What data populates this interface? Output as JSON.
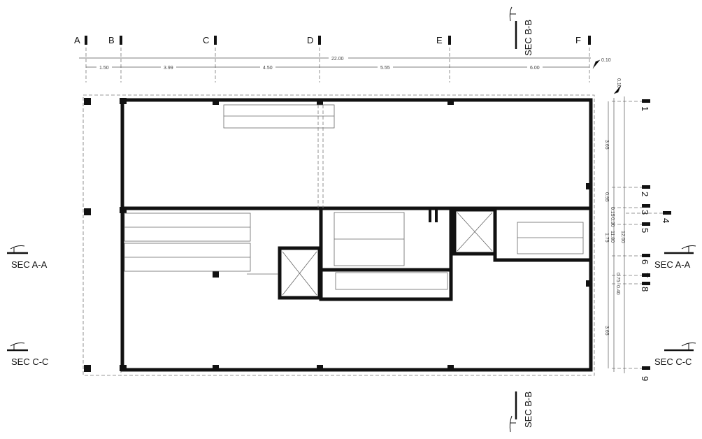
{
  "grid_columns": [
    "A",
    "B",
    "C",
    "D",
    "E",
    "F"
  ],
  "grid_rows": [
    "1",
    "2",
    "3",
    "4",
    "5",
    "6",
    "7",
    "8",
    "9"
  ],
  "horizontal_dimensions": {
    "total": "22.00",
    "segments": [
      "1.50",
      "3.99",
      "4.50",
      "5.55",
      "6.00"
    ],
    "offset": "0.10"
  },
  "vertical_dimensions": {
    "top_offset": "0.10",
    "segments": [
      "3.65",
      "0.95",
      "0.15",
      "0.30",
      "1.75",
      "0.75",
      "0.40",
      "3.65"
    ],
    "overall_inner": "11.80",
    "overall": "12.00"
  },
  "section_marks": {
    "a": "SEC A-A",
    "b": "SEC B-B",
    "c": "SEC C-C"
  }
}
